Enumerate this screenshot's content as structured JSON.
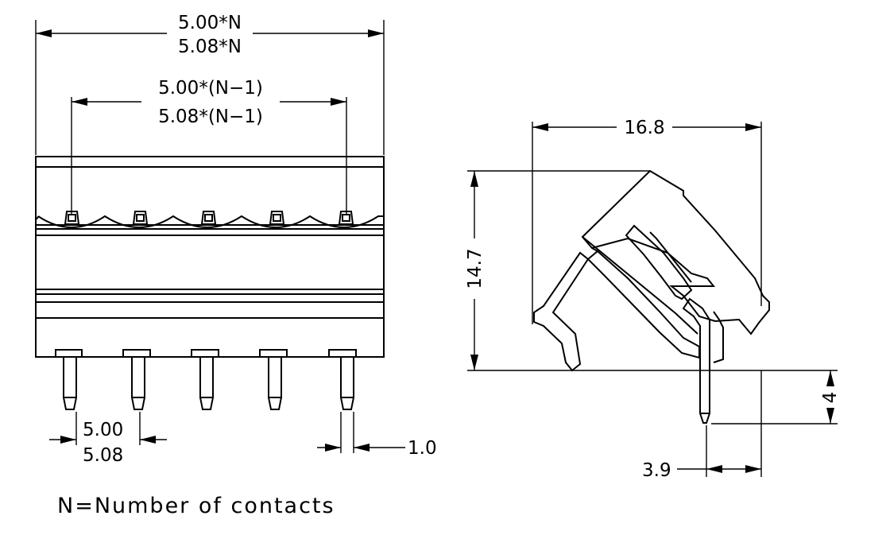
{
  "front_view": {
    "overall_width_label_1": "5.00*N",
    "overall_width_label_2": "5.08*N",
    "pin_span_label_1": "5.00*(N−1)",
    "pin_span_label_2": "5.08*(N−1)",
    "pitch_label_1": "5.00",
    "pitch_label_2": "5.08",
    "pin_width_label": "1.0",
    "pin_count": 5
  },
  "side_view": {
    "width_label": "16.8",
    "height_label": "14.7",
    "pin_length_label": "4",
    "pin_offset_label": "3.9"
  },
  "note": "N=Number of contacts"
}
